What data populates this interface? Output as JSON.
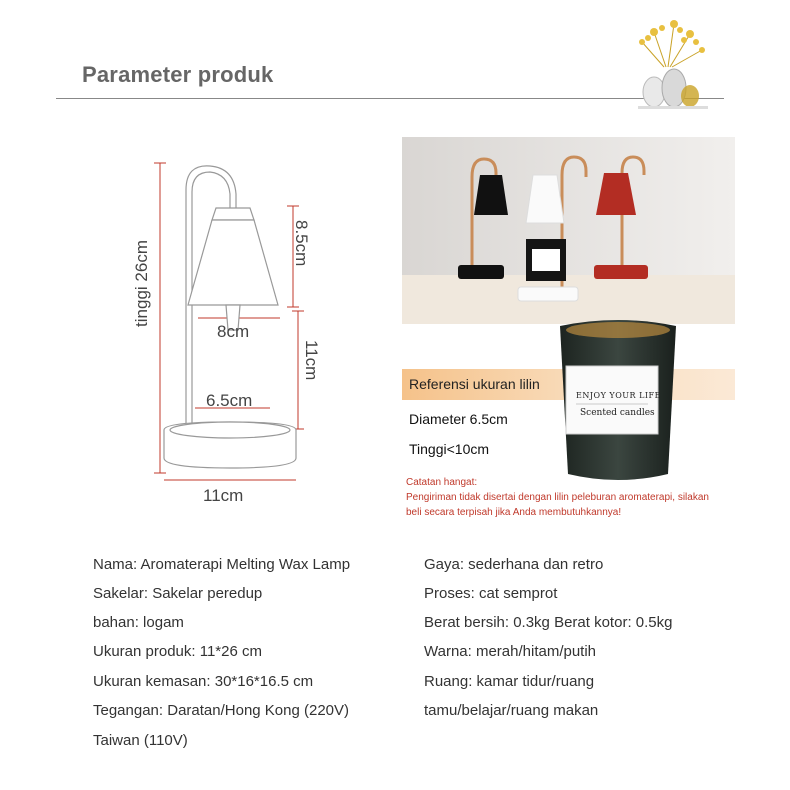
{
  "header": {
    "title": "Parameter produk"
  },
  "diagram": {
    "height_label": "tinggi 26cm",
    "shade_height_label": "8.5cm",
    "shade_width_label": "8cm",
    "clearance_label": "11cm",
    "base_inner_label": "6.5cm",
    "base_width_label": "11cm"
  },
  "candle_label": {
    "line1": "ENJOY YOUR LIFE",
    "line2": "Scented candles"
  },
  "reference": {
    "heading": "Referensi ukuran lilin",
    "diameter": "Diameter 6.5cm",
    "height": "Tinggi<10cm"
  },
  "note": {
    "title": "Catatan hangat:",
    "line1": "Pengiriman tidak disertai dengan lilin peleburan aromaterapi, silakan",
    "line2": "beli secara terpisah jika Anda membutuhkannya!"
  },
  "specs_left": [
    "Nama: Aromaterapi Melting Wax Lamp",
    "Sakelar: Sakelar peredup",
    "bahan: logam",
    "Ukuran produk: 11*26 cm",
    "Ukuran kemasan: 30*16*16.5 cm",
    "Tegangan: Daratan/Hong Kong (220V)",
    "Taiwan (110V)"
  ],
  "specs_right": [
    "Gaya: sederhana dan retro",
    "Proses: cat semprot",
    "Berat bersih: 0.3kg Berat kotor: 0.5kg",
    "Warna: merah/hitam/putih",
    "Ruang: kamar tidur/ruang",
    "tamu/belajar/ruang makan"
  ],
  "colors": {
    "dimension_line": "#c0392b",
    "note": "#c0392b",
    "band": "#f5c28a"
  }
}
